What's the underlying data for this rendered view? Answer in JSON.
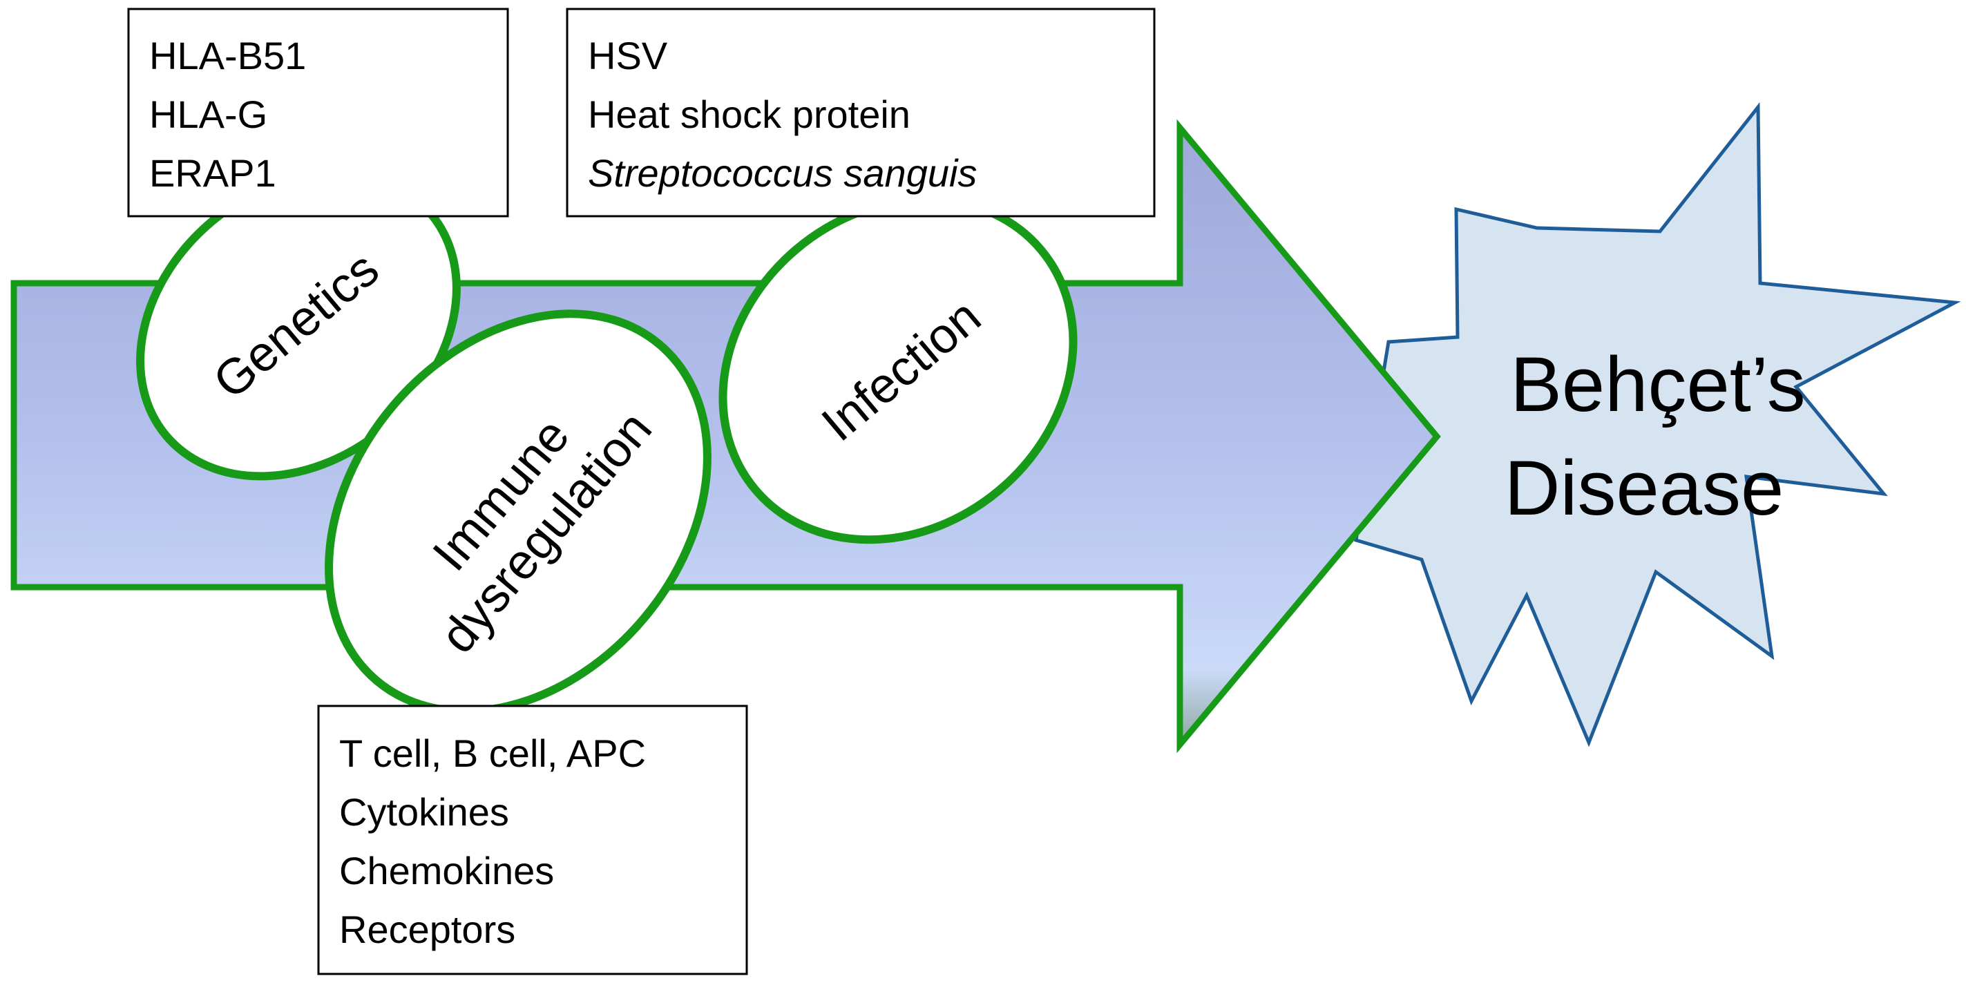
{
  "colors": {
    "arrow_top": "#9EA8DA",
    "arrow_mid": "#B3C0EC",
    "arrow_bottom": "#CADAF8",
    "arrow_tip_shadow": "#8FA8A0",
    "oval_stroke": "#179A17",
    "star_fill": "#D6E4F1",
    "star_stroke": "#1F5D99",
    "box_stroke": "#000000"
  },
  "factors": {
    "genetics": {
      "label": "Genetics",
      "items": [
        "HLA-B51",
        "HLA-G",
        "ERAP1"
      ]
    },
    "infection": {
      "label": "Infection",
      "items": [
        "HSV",
        "Heat shock protein",
        "Streptococcus sanguis"
      ]
    },
    "immune": {
      "label_line1": "Immune",
      "label_line2": "dysregulation",
      "items": [
        "T cell, B cell, APC",
        "Cytokines",
        "Chemokines",
        "Receptors"
      ]
    }
  },
  "outcome": {
    "line1": "Behçet’s",
    "line2": "Disease"
  }
}
